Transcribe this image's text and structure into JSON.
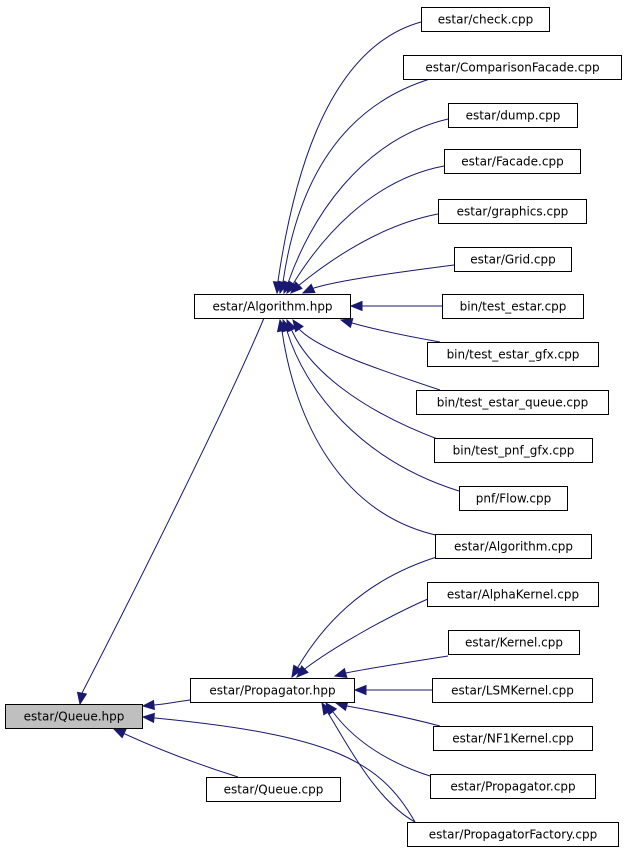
{
  "colors": {
    "edge": "#191970",
    "node_border": "#000000",
    "node_fill": "#ffffff",
    "root_fill": "#bfbfbf"
  },
  "nodes": [
    {
      "id": "queue_hpp",
      "label": "estar/Queue.hpp",
      "highlighted": true
    },
    {
      "id": "algorithm_hpp",
      "label": "estar/Algorithm.hpp"
    },
    {
      "id": "propagator_hpp",
      "label": "estar/Propagator.hpp"
    },
    {
      "id": "queue_cpp",
      "label": "estar/Queue.cpp"
    },
    {
      "id": "check_cpp",
      "label": "estar/check.cpp"
    },
    {
      "id": "comparison_cpp",
      "label": "estar/ComparisonFacade.cpp"
    },
    {
      "id": "dump_cpp",
      "label": "estar/dump.cpp"
    },
    {
      "id": "facade_cpp",
      "label": "estar/Facade.cpp"
    },
    {
      "id": "graphics_cpp",
      "label": "estar/graphics.cpp"
    },
    {
      "id": "grid_cpp",
      "label": "estar/Grid.cpp"
    },
    {
      "id": "test_estar_cpp",
      "label": "bin/test_estar.cpp"
    },
    {
      "id": "test_estar_gfx_cpp",
      "label": "bin/test_estar_gfx.cpp"
    },
    {
      "id": "test_estar_queue_cpp",
      "label": "bin/test_estar_queue.cpp"
    },
    {
      "id": "test_pnf_gfx_cpp",
      "label": "bin/test_pnf_gfx.cpp"
    },
    {
      "id": "flow_cpp",
      "label": "pnf/Flow.cpp"
    },
    {
      "id": "algorithm_cpp",
      "label": "estar/Algorithm.cpp"
    },
    {
      "id": "alphakernel_cpp",
      "label": "estar/AlphaKernel.cpp"
    },
    {
      "id": "kernel_cpp",
      "label": "estar/Kernel.cpp"
    },
    {
      "id": "lsmkernel_cpp",
      "label": "estar/LSMKernel.cpp"
    },
    {
      "id": "nf1kernel_cpp",
      "label": "estar/NF1Kernel.cpp"
    },
    {
      "id": "propagator_cpp",
      "label": "estar/Propagator.cpp"
    },
    {
      "id": "propagatorfactory_cpp",
      "label": "estar/PropagatorFactory.cpp"
    }
  ],
  "edges": [
    {
      "from": "algorithm_hpp",
      "to": "queue_hpp"
    },
    {
      "from": "propagator_hpp",
      "to": "queue_hpp"
    },
    {
      "from": "queue_cpp",
      "to": "queue_hpp"
    },
    {
      "from": "propagatorfactory_cpp",
      "to": "queue_hpp"
    },
    {
      "from": "check_cpp",
      "to": "algorithm_hpp"
    },
    {
      "from": "comparison_cpp",
      "to": "algorithm_hpp"
    },
    {
      "from": "dump_cpp",
      "to": "algorithm_hpp"
    },
    {
      "from": "facade_cpp",
      "to": "algorithm_hpp"
    },
    {
      "from": "graphics_cpp",
      "to": "algorithm_hpp"
    },
    {
      "from": "grid_cpp",
      "to": "algorithm_hpp"
    },
    {
      "from": "test_estar_cpp",
      "to": "algorithm_hpp"
    },
    {
      "from": "test_estar_gfx_cpp",
      "to": "algorithm_hpp"
    },
    {
      "from": "test_estar_queue_cpp",
      "to": "algorithm_hpp"
    },
    {
      "from": "test_pnf_gfx_cpp",
      "to": "algorithm_hpp"
    },
    {
      "from": "flow_cpp",
      "to": "algorithm_hpp"
    },
    {
      "from": "algorithm_cpp",
      "to": "algorithm_hpp"
    },
    {
      "from": "algorithm_cpp",
      "to": "propagator_hpp"
    },
    {
      "from": "alphakernel_cpp",
      "to": "propagator_hpp"
    },
    {
      "from": "kernel_cpp",
      "to": "propagator_hpp"
    },
    {
      "from": "lsmkernel_cpp",
      "to": "propagator_hpp"
    },
    {
      "from": "nf1kernel_cpp",
      "to": "propagator_hpp"
    },
    {
      "from": "propagator_cpp",
      "to": "propagator_hpp"
    },
    {
      "from": "propagatorfactory_cpp",
      "to": "propagator_hpp"
    }
  ]
}
